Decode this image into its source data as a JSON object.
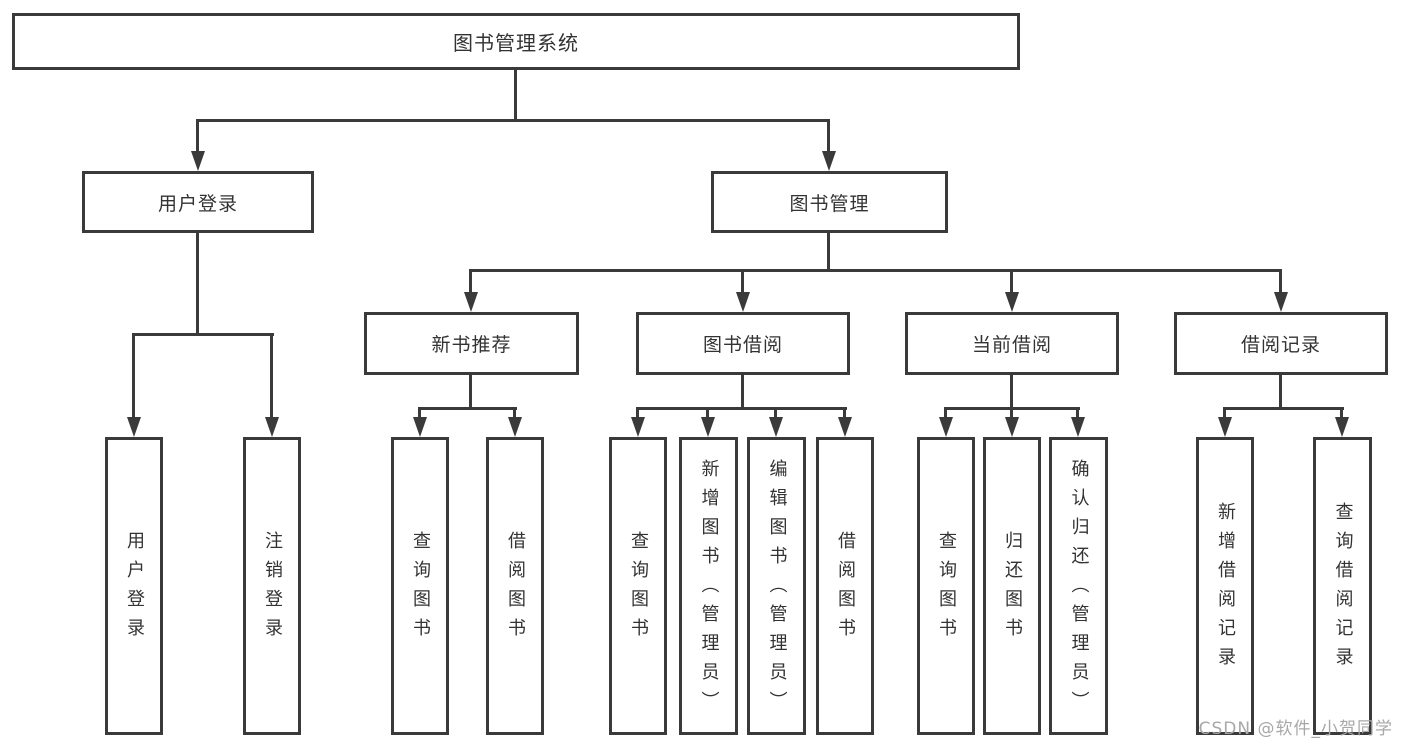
{
  "diagram": {
    "type": "hierarchy-tree",
    "title": "图书管理系统",
    "colors": {
      "line": "#3a3a3a",
      "text": "#333333",
      "box_background": "#ffffff",
      "watermark": "#a8a8a8"
    },
    "tree": {
      "root": {
        "label": "图书管理系统"
      },
      "branches": [
        {
          "label": "用户登录",
          "children": [
            {
              "label": "用户登录"
            },
            {
              "label": "注销登录"
            }
          ]
        },
        {
          "label": "图书管理",
          "children": [
            {
              "label": "新书推荐",
              "children": [
                {
                  "label": "查询图书"
                },
                {
                  "label": "借阅图书"
                }
              ]
            },
            {
              "label": "图书借阅",
              "children": [
                {
                  "label": "查询图书"
                },
                {
                  "label": "新增图书（管理员）"
                },
                {
                  "label": "编辑图书（管理员）"
                },
                {
                  "label": "借阅图书"
                }
              ]
            },
            {
              "label": "当前借阅",
              "children": [
                {
                  "label": "查询图书"
                },
                {
                  "label": "归还图书"
                },
                {
                  "label": "确认归还（管理员）"
                }
              ]
            },
            {
              "label": "借阅记录",
              "children": [
                {
                  "label": "新增借阅记录"
                },
                {
                  "label": "查询借阅记录"
                }
              ]
            }
          ]
        }
      ]
    },
    "watermark": {
      "text": "CSDN @软件_小贺同学"
    }
  }
}
